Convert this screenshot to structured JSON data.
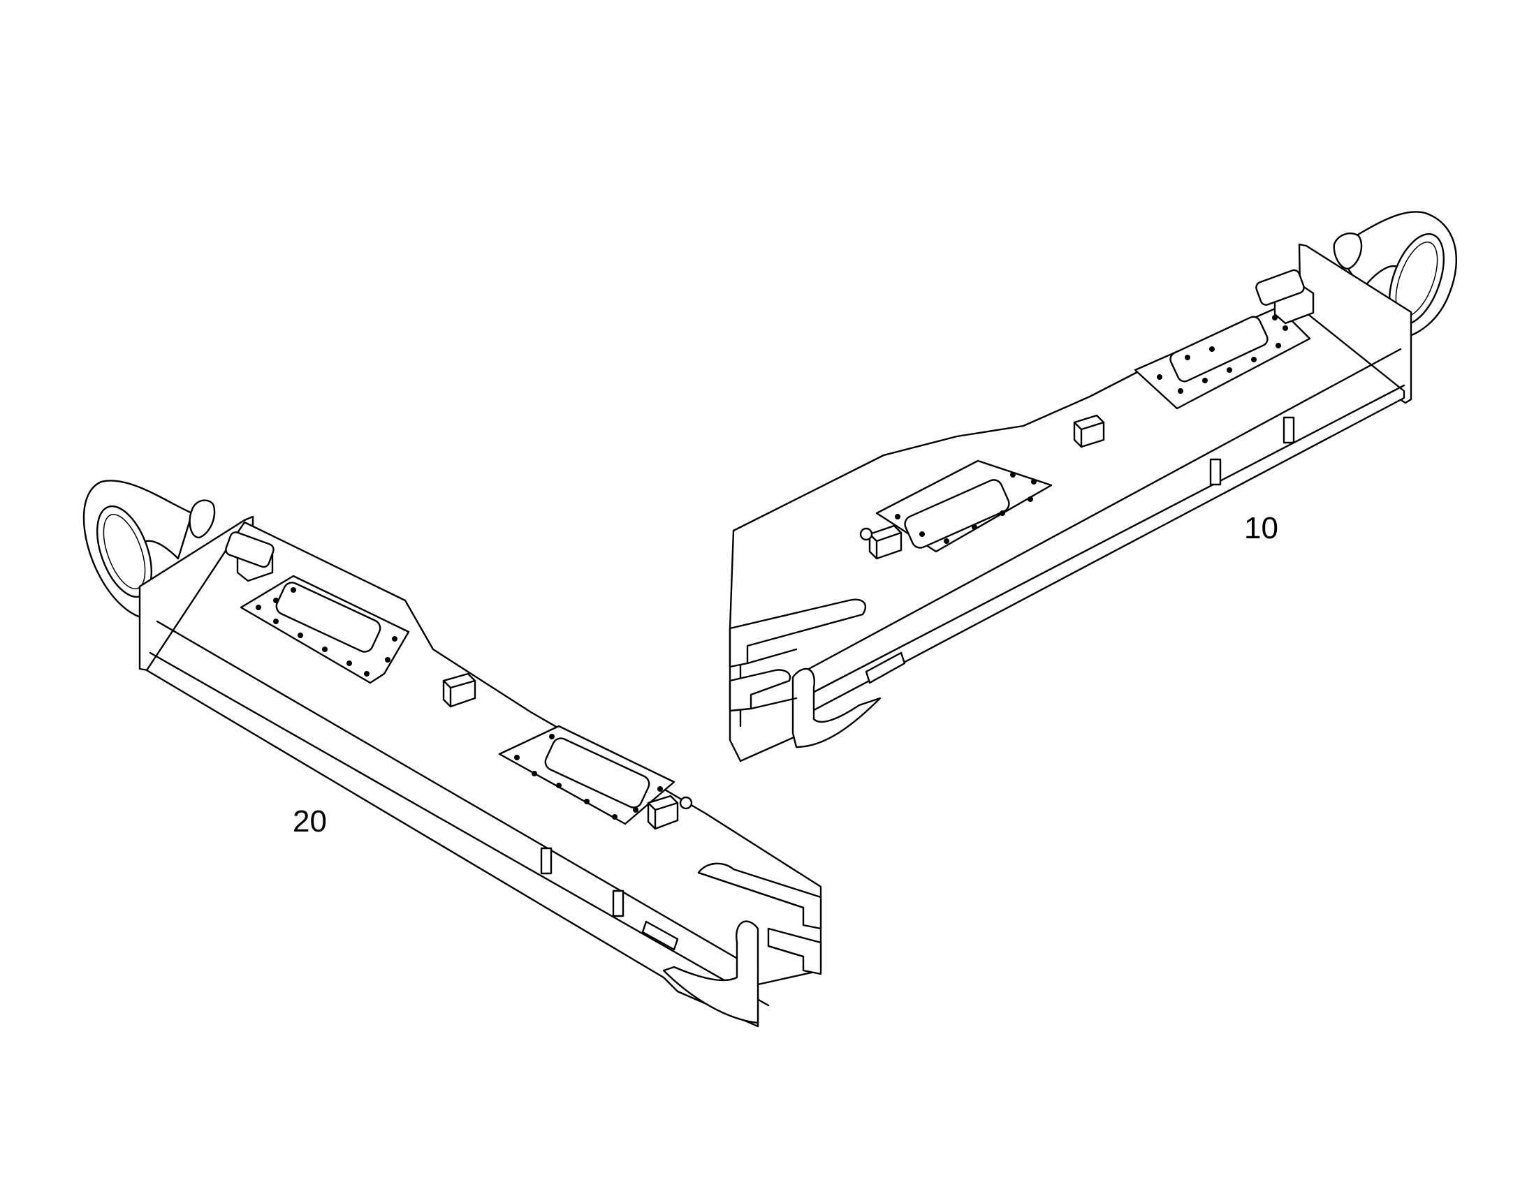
{
  "diagram": {
    "type": "exploded parts illustration",
    "parts": [
      {
        "callout": "10"
      },
      {
        "callout": "20"
      }
    ]
  }
}
